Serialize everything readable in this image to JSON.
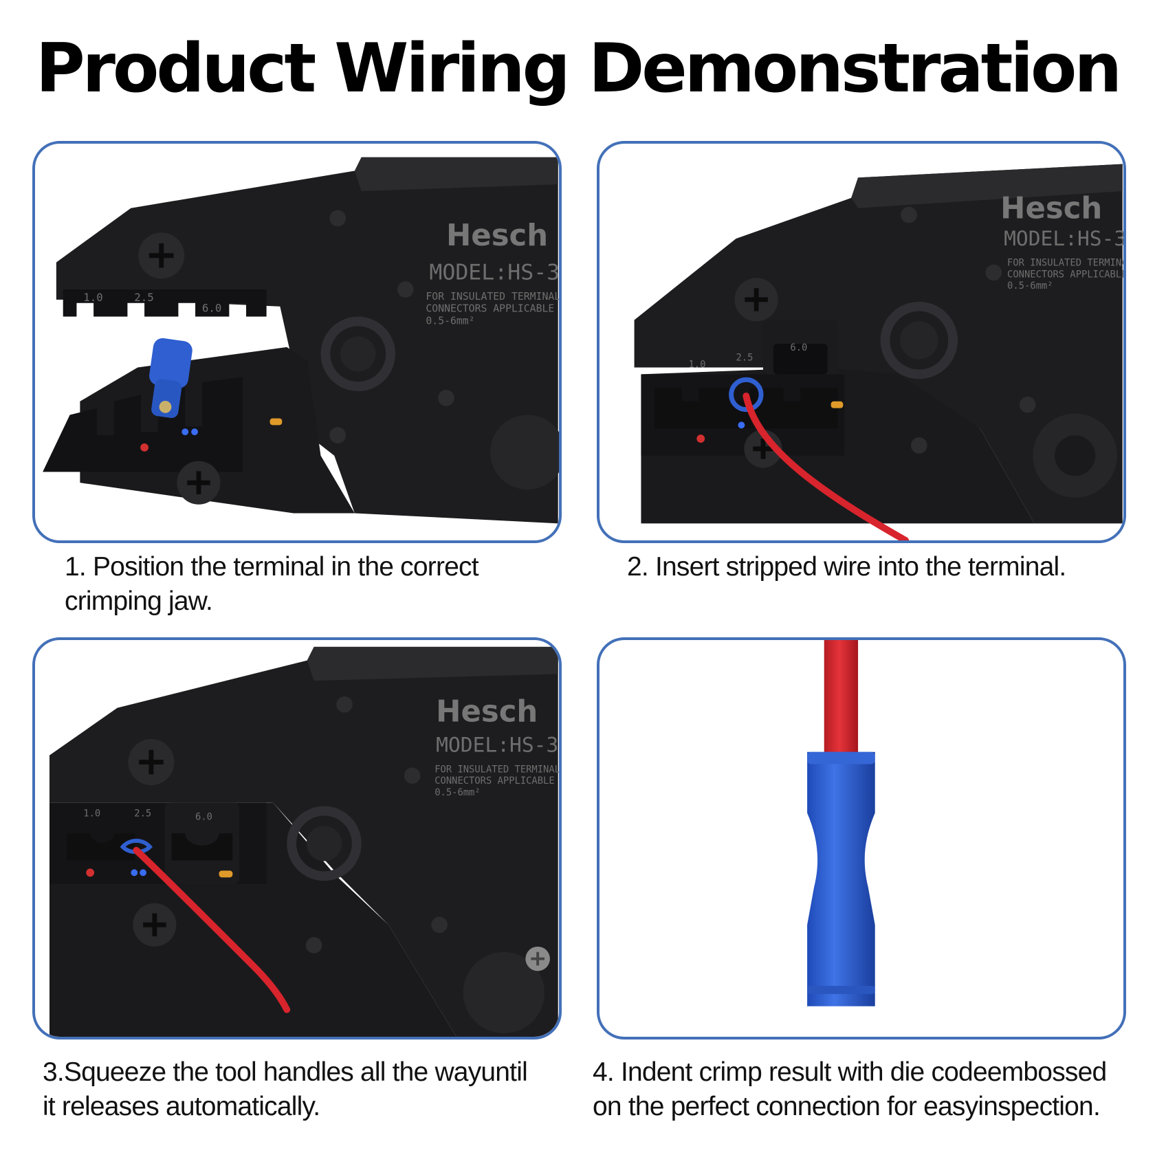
{
  "title": "Product Wiring Demonstration",
  "tool": {
    "brand": "Hesch",
    "model": "MODEL:HS-3",
    "spec_line1": "FOR INSULATED TERMINALS",
    "spec_line2": "CONNECTORS APPLICABLE",
    "spec_line3": "0.5-6mm²",
    "jaw_sizes": [
      "1.0",
      "2.5",
      "6.0"
    ]
  },
  "steps": [
    {
      "caption": "1. Position the terminal in the correct\ncrimping jaw."
    },
    {
      "caption": "2. Insert stripped wire into the terminal."
    },
    {
      "caption": "3.Squeeze the tool handles all the wayuntil\nit releases automatically."
    },
    {
      "caption": "4. Indent crimp result with die codeembossed\non the perfect connection for easyinspection."
    }
  ],
  "colors": {
    "frame": "#4370b8",
    "tool": "#1d1d1f",
    "wire": "#d8242c",
    "terminal": "#2f5fd0"
  }
}
